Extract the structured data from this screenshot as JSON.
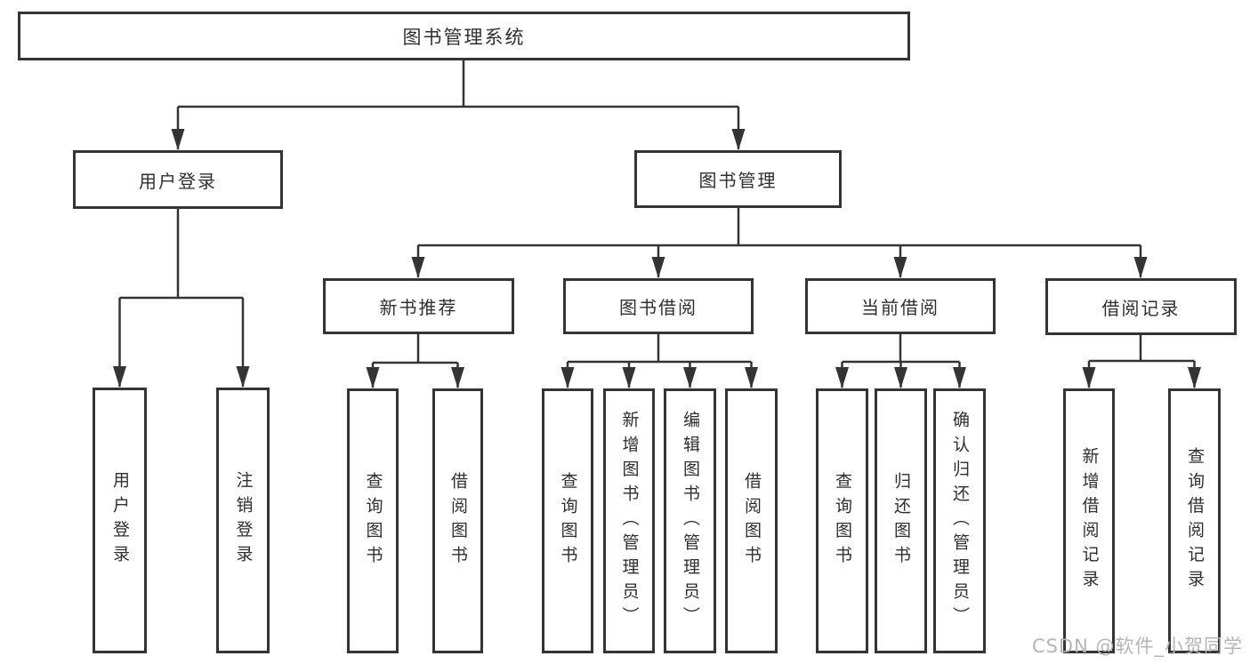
{
  "diagram_type": "hierarchy",
  "colors": {
    "background": "#ffffff",
    "line": "#343434",
    "box_border": "#343434",
    "text": "#2f2f2f",
    "watermark_text": "#b5b5b5"
  },
  "tree": {
    "label": "图书管理系统",
    "children": [
      {
        "label": "用户登录",
        "children": [
          {
            "label": "用户登录"
          },
          {
            "label": "注销登录"
          }
        ]
      },
      {
        "label": "图书管理",
        "children": [
          {
            "label": "新书推荐",
            "children": [
              {
                "label": "查询图书"
              },
              {
                "label": "借阅图书"
              }
            ]
          },
          {
            "label": "图书借阅",
            "children": [
              {
                "label": "查询图书"
              },
              {
                "label": "新增图书（管理员）"
              },
              {
                "label": "编辑图书（管理员）"
              },
              {
                "label": "借阅图书"
              }
            ]
          },
          {
            "label": "当前借阅",
            "children": [
              {
                "label": "查询图书"
              },
              {
                "label": "归还图书"
              },
              {
                "label": "确认归还（管理员）"
              }
            ]
          },
          {
            "label": "借阅记录",
            "children": [
              {
                "label": "新增借阅记录"
              },
              {
                "label": "查询借阅记录"
              }
            ]
          }
        ]
      }
    ]
  },
  "watermark": "CSDN @软件_小贺同学"
}
